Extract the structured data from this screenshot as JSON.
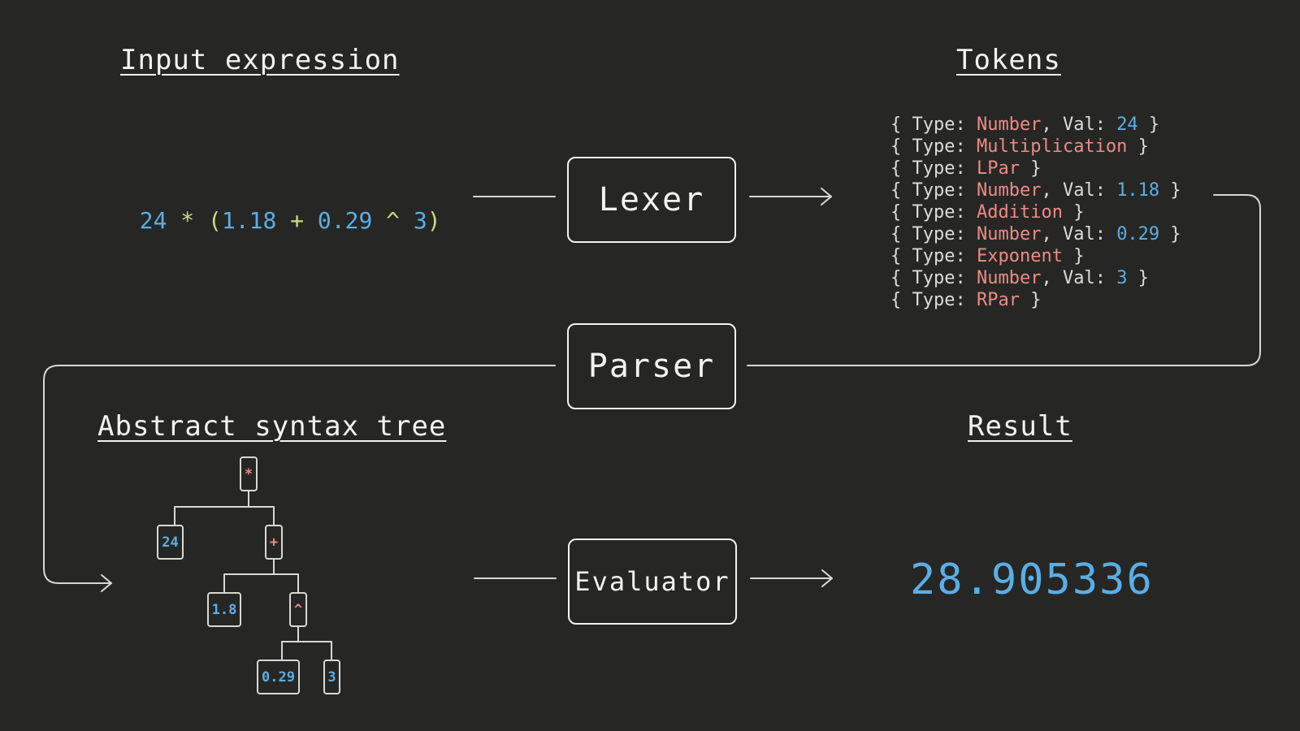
{
  "headings": {
    "input": "Input expression",
    "tokens": "Tokens",
    "ast": "Abstract syntax tree",
    "result": "Result"
  },
  "expression": {
    "parts": [
      {
        "text": "24",
        "kind": "num"
      },
      {
        "text": " * ",
        "kind": "opc"
      },
      {
        "text": "(",
        "kind": "opc"
      },
      {
        "text": "1.18",
        "kind": "num"
      },
      {
        "text": " + ",
        "kind": "opc"
      },
      {
        "text": "0.29",
        "kind": "num"
      },
      {
        "text": " ^ ",
        "kind": "opc"
      },
      {
        "text": "3",
        "kind": "num"
      },
      {
        "text": ")",
        "kind": "opc"
      }
    ]
  },
  "stages": {
    "lexer": "Lexer",
    "parser": "Parser",
    "evaluator": "Evaluator"
  },
  "tokens": [
    {
      "type": "Number",
      "val": "24"
    },
    {
      "type": "Multiplication"
    },
    {
      "type": "LPar"
    },
    {
      "type": "Number",
      "val": "1.18"
    },
    {
      "type": "Addition"
    },
    {
      "type": "Number",
      "val": "0.29"
    },
    {
      "type": "Exponent"
    },
    {
      "type": "Number",
      "val": "3"
    },
    {
      "type": "RPar"
    }
  ],
  "token_labels": {
    "open": "{ ",
    "type_key": "Type: ",
    "val_key": ", Val: ",
    "close": " }"
  },
  "ast": {
    "nodes": [
      {
        "id": "root",
        "label": "*",
        "kind": "op"
      },
      {
        "id": "n24",
        "label": "24",
        "kind": "num"
      },
      {
        "id": "plus",
        "label": "+",
        "kind": "op"
      },
      {
        "id": "n18",
        "label": "1.8",
        "kind": "num"
      },
      {
        "id": "pow",
        "label": "^",
        "kind": "op"
      },
      {
        "id": "n029",
        "label": "0.29",
        "kind": "num"
      },
      {
        "id": "n3",
        "label": "3",
        "kind": "num"
      }
    ]
  },
  "result": "28.905336",
  "colors": {
    "background": "#262724",
    "number": "#5aaee6",
    "operator": "#c7dc7f",
    "keyword": "#ee8a86",
    "line": "#d8d8d2"
  }
}
